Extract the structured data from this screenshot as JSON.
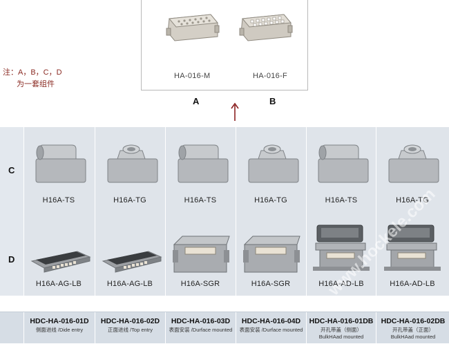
{
  "insert": {
    "male_label": "HA-016-M",
    "female_label": "HA-016-F",
    "letter_a": "A",
    "letter_b": "B"
  },
  "note": {
    "line1": "注：A，B，C，D",
    "line2": "为一套组件"
  },
  "rows": {
    "c_letter": "C",
    "d_letter": "D"
  },
  "row_c_labels": [
    "H16A-TS",
    "H16A-TG",
    "H16A-TS",
    "H16A-TG",
    "H16A-TS",
    "H16A-TG"
  ],
  "row_d_labels": [
    "H16A-AG-LB",
    "H16A-AG-LB",
    "H16A-SGR",
    "H16A-SGR",
    "H16A-AD-LB",
    "H16A-AD-LB"
  ],
  "footer": [
    {
      "code": "HDC-HA-016-01D",
      "desc1": "侧面进线 /Dide entry",
      "desc2": ""
    },
    {
      "code": "HDC-HA-016-02D",
      "desc1": "正面进线 /Top entry",
      "desc2": ""
    },
    {
      "code": "HDC-HA-016-03D",
      "desc1": "表面安装 /Durface mounted",
      "desc2": ""
    },
    {
      "code": "HDC-HA-016-04D",
      "desc1": "表面安装 /Durface mounted",
      "desc2": ""
    },
    {
      "code": "HDC-HA-016-01DB",
      "desc1": "开孔带盖（侧面）",
      "desc2": "BulkHAad mounted"
    },
    {
      "code": "HDC-HA-016-02DB",
      "desc1": "开孔带盖（正面）",
      "desc2": "BulkHAad mounted"
    }
  ],
  "watermark": "www.hockele.com"
}
